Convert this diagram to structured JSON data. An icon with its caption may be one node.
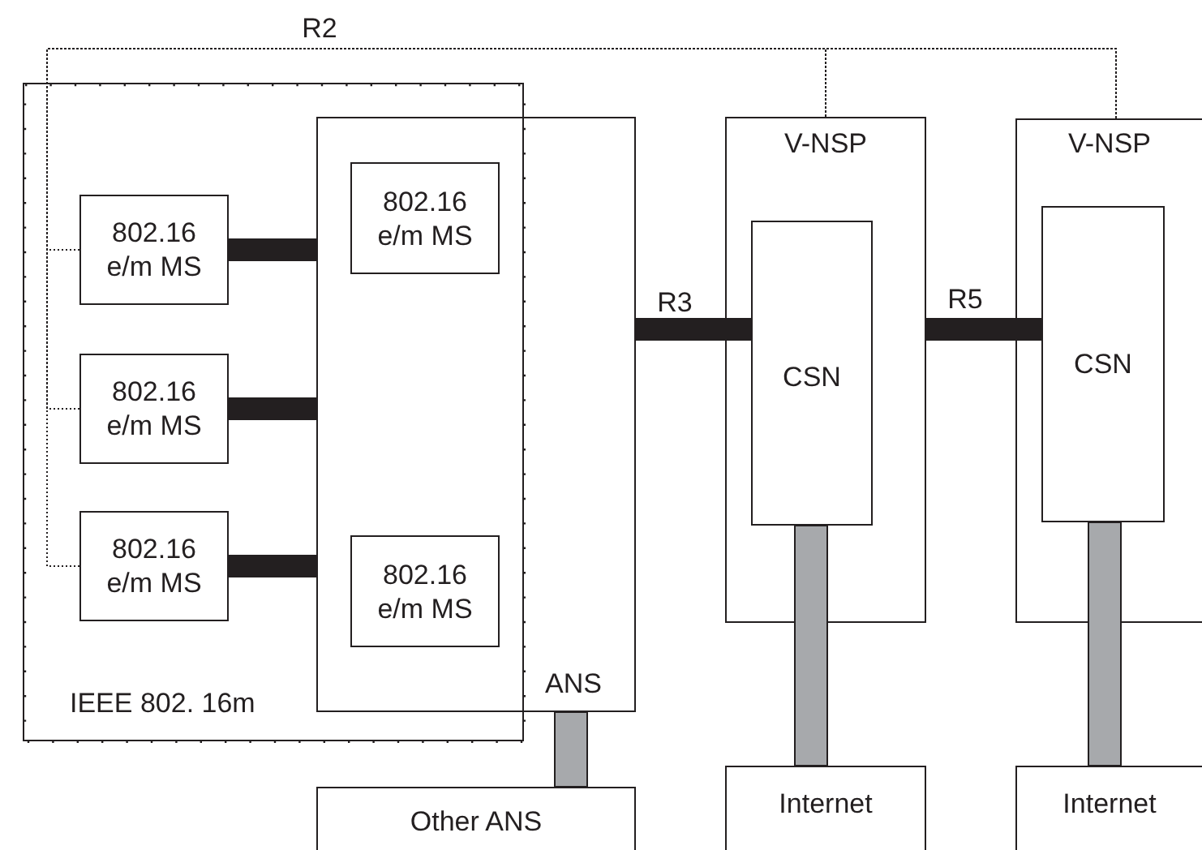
{
  "diagram": {
    "nodes": [
      {
        "text": [
          "IEEE 802. 16m"
        ]
      },
      {
        "text": [
          "ANS"
        ]
      },
      {
        "text": [
          "802.16 e/m MS"
        ],
        "in": 0
      },
      {
        "text": [
          "802.16 e/m MS"
        ],
        "in": 0
      },
      {
        "text": [
          "802.16 e/m MS"
        ],
        "in": 0
      },
      {
        "text": [
          "802.16 e/m MS"
        ]
      },
      {
        "text": [
          "802.16 e/m MS"
        ]
      },
      {
        "text": [
          "V-NSP"
        ]
      },
      {
        "text": [
          "CSN"
        ],
        "in": 7
      },
      {
        "text": [
          "V-NSP"
        ]
      },
      {
        "text": [
          "CSN"
        ],
        "in": 9
      },
      {
        "text": [
          "Other ANS"
        ]
      },
      {
        "text": [
          "Internet"
        ]
      },
      {
        "text": [
          "Internet"
        ]
      }
    ],
    "edges": [
      {
        "from": 2,
        "to": 7,
        "arrow": "none",
        "style": "dashed",
        "label": "R2"
      },
      {
        "from": 2,
        "to": 9,
        "arrow": "none",
        "style": "dashed"
      },
      {
        "from": 3,
        "to": 7,
        "arrow": "none",
        "style": "dashed"
      },
      {
        "from": 3,
        "to": 9,
        "arrow": "none",
        "style": "dashed"
      },
      {
        "from": 4,
        "to": 7,
        "arrow": "none",
        "style": "dashed"
      },
      {
        "from": 4,
        "to": 9,
        "arrow": "none",
        "style": "dashed"
      },
      {
        "from": 2,
        "to": 1,
        "arrow": "none",
        "style": "thick"
      },
      {
        "from": 3,
        "to": 1,
        "arrow": "none",
        "style": "thick"
      },
      {
        "from": 4,
        "to": 1,
        "arrow": "none",
        "style": "thick"
      },
      {
        "from": 1,
        "to": 8,
        "arrow": "none",
        "style": "thick",
        "label": "R3"
      },
      {
        "from": 7,
        "to": 10,
        "arrow": "none",
        "style": "thick",
        "label": "R5"
      },
      {
        "from": 1,
        "to": 11,
        "arrow": "none",
        "style": "thick",
        "color": "#a7a9ac"
      },
      {
        "from": 8,
        "to": 12,
        "arrow": "none",
        "style": "thick",
        "color": "#a7a9ac"
      },
      {
        "from": 10,
        "to": 13,
        "arrow": "none",
        "style": "thick",
        "color": "#a7a9ac"
      }
    ]
  }
}
